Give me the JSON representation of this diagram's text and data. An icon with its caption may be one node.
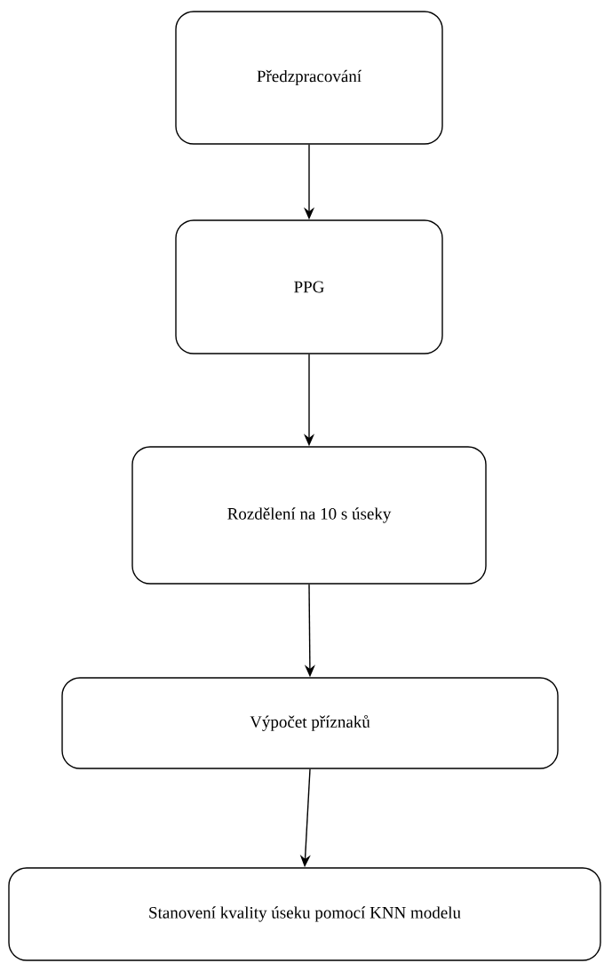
{
  "diagram": {
    "nodes": [
      {
        "text": [
          "Předzpracování"
        ]
      },
      {
        "text": [
          "PPG"
        ]
      },
      {
        "text": [
          "Rozdělení na 10 s úseky"
        ]
      },
      {
        "text": [
          "Výpočet příznaků"
        ]
      },
      {
        "text": [
          "Stanovení kvality úseku pomocí KNN modelu"
        ]
      }
    ],
    "edges": [
      {
        "from": 0,
        "to": 1,
        "arrow": "to"
      },
      {
        "from": 1,
        "to": 2,
        "arrow": "to"
      },
      {
        "from": 2,
        "to": 3,
        "arrow": "to"
      },
      {
        "from": 3,
        "to": 4,
        "arrow": "to"
      }
    ]
  }
}
